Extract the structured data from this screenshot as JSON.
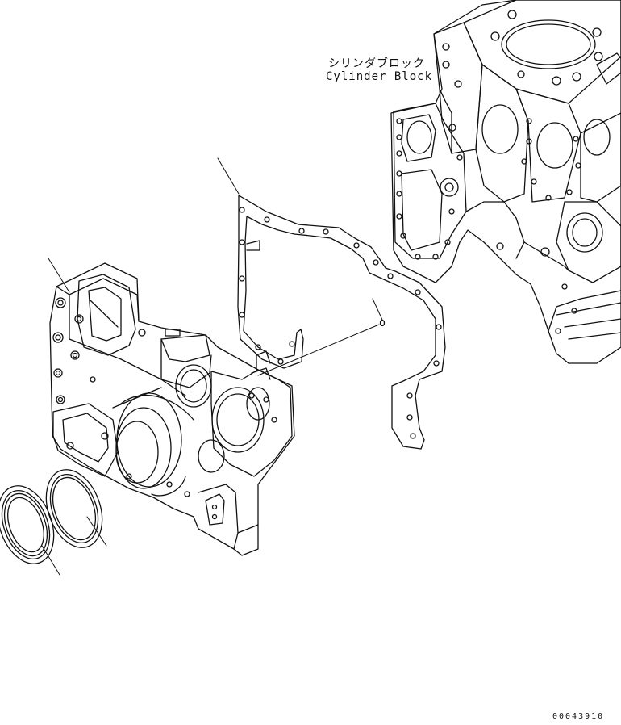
{
  "labels": {
    "cylinder_block_jp": "シリンダブロック",
    "cylinder_block_en": "Cylinder Block"
  },
  "figure_ref": "00043910",
  "colors": {
    "line": "#111111",
    "background": "#ffffff"
  }
}
